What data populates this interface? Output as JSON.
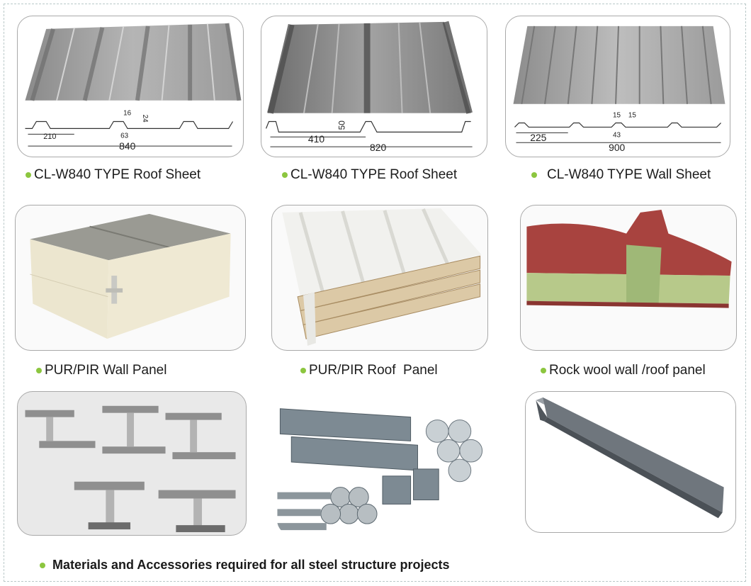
{
  "row1": {
    "roof_sheet_a": {
      "caption": "CL-W840 TYPE Roof Sheet",
      "dims": {
        "a": "16",
        "b": "24",
        "c": "210",
        "d": "63",
        "total": "840"
      }
    },
    "roof_sheet_b": {
      "caption": "CL-W840 TYPE Roof Sheet",
      "dims": {
        "a": "50",
        "b": "410",
        "total": "820"
      }
    },
    "wall_sheet": {
      "caption": "CL-W840 TYPE Wall Sheet",
      "dims": {
        "a": "15",
        "b": "15",
        "c": "225",
        "d": "43",
        "total": "900"
      }
    }
  },
  "row2": {
    "pur_wall": {
      "caption": "PUR/PIR Wall Panel"
    },
    "pur_roof": {
      "caption": "PUR/PIR Roof  Panel"
    },
    "rockwool": {
      "caption": "Rock wool wall /roof panel"
    }
  },
  "row3": {
    "h_beams": {
      "icon": "h-beam-stack"
    },
    "tubes": {
      "icon": "steel-tubes"
    },
    "c_purlin": {
      "icon": "c-purlin"
    }
  },
  "footer": {
    "text": "Materials and Accessories required for all steel structure projects"
  },
  "colors": {
    "bullet": "#8cc63f",
    "border": "#a9a9a9"
  }
}
